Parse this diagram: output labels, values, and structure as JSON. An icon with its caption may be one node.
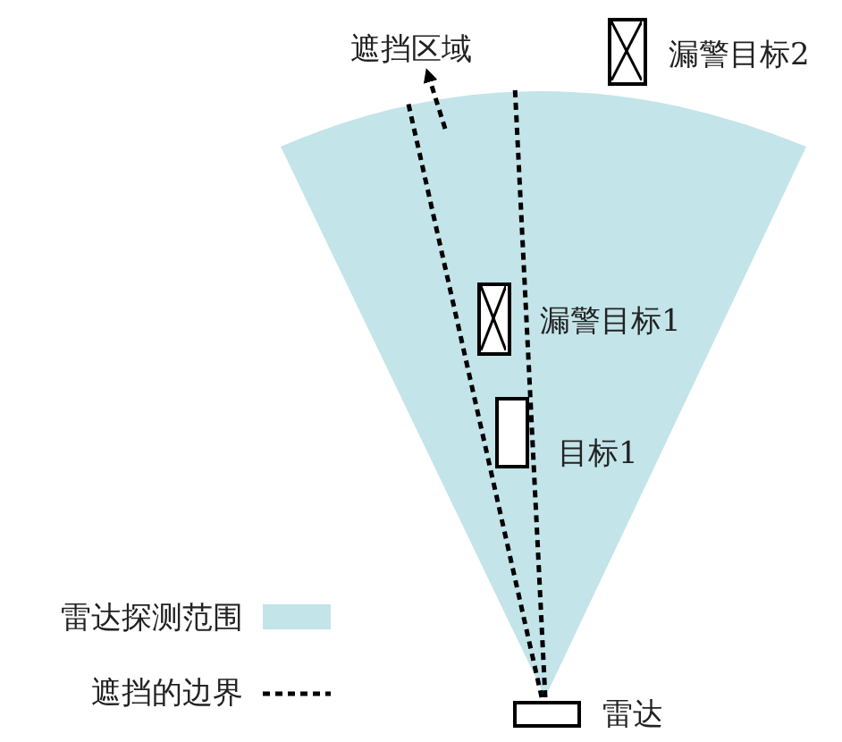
{
  "diagram": {
    "nodes": [
      {
        "text": [],
        "shape": "box",
        "beside": [
          "雷达"
        ]
      },
      {
        "text": [],
        "shape": "box",
        "beside": [
          "目标1"
        ]
      },
      {
        "text": [],
        "shape": "box",
        "beside": [
          "漏警目标1"
        ]
      },
      {
        "text": [],
        "shape": "box",
        "beside": [
          "漏警目标2"
        ]
      },
      {
        "text": [
          "遮挡区域"
        ]
      }
    ],
    "edges": [
      {
        "from": null,
        "to": 4,
        "arrow": "to",
        "style": "dashed"
      }
    ],
    "legend": [
      {
        "text": "雷达探测范围",
        "color": "#c3e4e9"
      },
      {
        "text": "遮挡的边界"
      }
    ]
  }
}
